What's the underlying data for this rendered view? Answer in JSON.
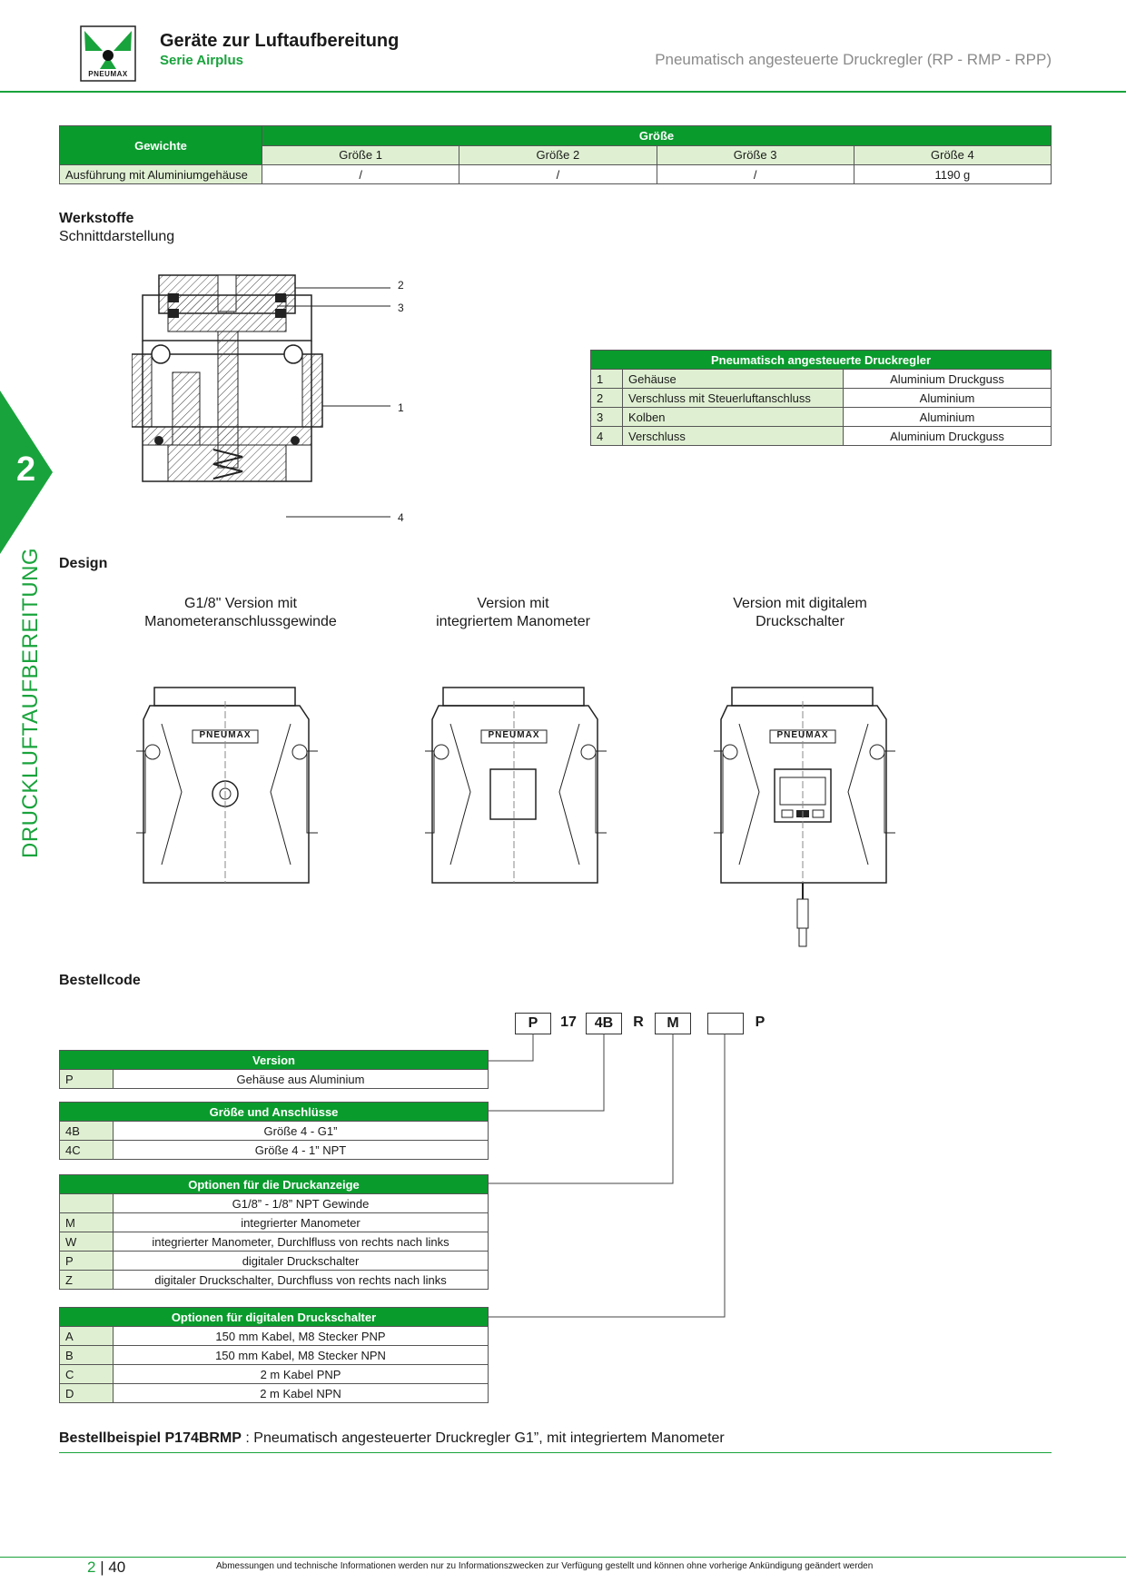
{
  "header": {
    "logo_text": "PNEUMAX",
    "title": "Geräte zur Luftaufbereitung",
    "subtitle": "Serie Airplus",
    "right": "Pneumatisch angesteuerte Druckregler (RP - RMP - RPP)"
  },
  "side": {
    "number": "2",
    "label": "DRUCKLUFTAUFBEREITUNG"
  },
  "weights": {
    "header_left": "Gewichte",
    "header_group": "Größe",
    "sizes": [
      "Größe 1",
      "Größe 2",
      "Größe 3",
      "Größe 4"
    ],
    "row_label": "Ausführung mit Aluminiumgehäuse",
    "values": [
      "/",
      "/",
      "/",
      "1190 g"
    ]
  },
  "materials": {
    "title": "Werkstoffe",
    "subtitle": "Schnittdarstellung",
    "callouts": [
      "2",
      "3",
      "1",
      "4"
    ],
    "table_title": "Pneumatisch angesteuerte Druckregler",
    "rows": [
      {
        "n": "1",
        "part": "Gehäuse",
        "material": "Aluminium Druckguss"
      },
      {
        "n": "2",
        "part": "Verschluss mit Steuerluftanschluss",
        "material": "Aluminium"
      },
      {
        "n": "3",
        "part": "Kolben",
        "material": "Aluminium"
      },
      {
        "n": "4",
        "part": "Verschluss",
        "material": "Aluminium Druckguss"
      }
    ]
  },
  "design": {
    "title": "Design",
    "captions": [
      {
        "line1": "G1/8\" Version mit",
        "line2": "Manometeranschlussgewinde"
      },
      {
        "line1": "Version mit",
        "line2": "integriertem Manometer"
      },
      {
        "line1": "Version mit digitalem",
        "line2": "Druckschalter"
      }
    ],
    "brand": "PNEUMAX"
  },
  "order": {
    "title": "Bestellcode",
    "code": {
      "p": "P",
      "n17": "17",
      "b4": "4B",
      "r": "R",
      "m": "M",
      "blank": "",
      "p2": "P"
    },
    "version": {
      "title": "Version",
      "rows": [
        {
          "k": "P",
          "v": "Gehäuse aus Aluminium"
        }
      ]
    },
    "size": {
      "title": "Größe und Anschlüsse",
      "rows": [
        {
          "k": "4B",
          "v": "Größe 4 - G1”"
        },
        {
          "k": "4C",
          "v": "Größe 4 - 1” NPT"
        }
      ]
    },
    "display": {
      "title": "Optionen für die Druckanzeige",
      "rows": [
        {
          "k": "",
          "v": "G1/8” - 1/8” NPT Gewinde"
        },
        {
          "k": "M",
          "v": "integrierter Manometer"
        },
        {
          "k": "W",
          "v": "integrierter Manometer, Durchlfluss von rechts nach links"
        },
        {
          "k": "P",
          "v": "digitaler Druckschalter"
        },
        {
          "k": "Z",
          "v": "digitaler Druckschalter, Durchfluss von rechts nach links"
        }
      ]
    },
    "digital": {
      "title": "Optionen für digitalen Druckschalter",
      "rows": [
        {
          "k": "A",
          "v": "150 mm Kabel, M8 Stecker PNP"
        },
        {
          "k": "B",
          "v": "150 mm Kabel, M8 Stecker NPN"
        },
        {
          "k": "C",
          "v": "2 m Kabel PNP"
        },
        {
          "k": "D",
          "v": "2 m Kabel NPN"
        }
      ]
    },
    "example_label": "Bestellbeispiel P174BRMP",
    "example_text": " : Pneumatisch angesteuerter Druckregler G1”, mit integriertem Manometer"
  },
  "footer": {
    "chapter": "2",
    "page": "40",
    "note": "Abmessungen und technische Informationen werden nur zu Informationszwecken zur Verfügung gestellt und können ohne vorherige Ankündigung geändert werden"
  }
}
